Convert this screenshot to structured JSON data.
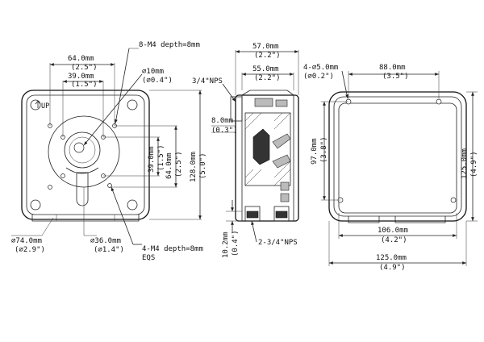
{
  "front": {
    "dim_64_mm": "64.0mm",
    "dim_64_in": "(2.5\")",
    "dim_39_mm": "39.0mm",
    "dim_39_in": "(1.5\")",
    "m4_top": "8-M4 depth=8mm",
    "hole10_mm": "∅10mm",
    "hole10_in": "(∅0.4\")",
    "up": "UP",
    "v39_mm": "39.0mm",
    "v39_in": "(1.5\")",
    "v64_mm": "64.0mm",
    "v64_in": "(2.5\")",
    "v128_mm": "128.0mm",
    "v128_in": "(5.0\")",
    "d74_mm": "∅74.0mm",
    "d74_in": "(∅2.9\")",
    "d36_mm": "∅36.0mm",
    "d36_in": "(∅1.4\")",
    "m4_bottom": "4-M4 depth=8mm",
    "eqs": "EQS"
  },
  "side": {
    "w57_mm": "57.0mm",
    "w57_in": "(2.2\")",
    "w55_mm": "55.0mm",
    "w55_in": "(2.2\")",
    "nps_top": "3/4\"NPS",
    "h8_mm": "8.0mm",
    "h8_in": "(0.3\")",
    "h10_mm": "10.2mm",
    "h10_in": "(0.4\")",
    "nps_bottom": "2-3/4\"NPS"
  },
  "back": {
    "hole5_mm": "4-∅5.0mm",
    "hole5_in": "(∅0.2\")",
    "w88_mm": "88.0mm",
    "w88_in": "(3.5\")",
    "h97_mm": "97.0mm",
    "h97_in": "(3.8\")",
    "h125_mm": "125.0mm",
    "h125_in": "(4.9\")",
    "w106_mm": "106.0mm",
    "w106_in": "(4.2\")",
    "w125_mm": "125.0mm",
    "w125_in": "(4.9\")"
  }
}
